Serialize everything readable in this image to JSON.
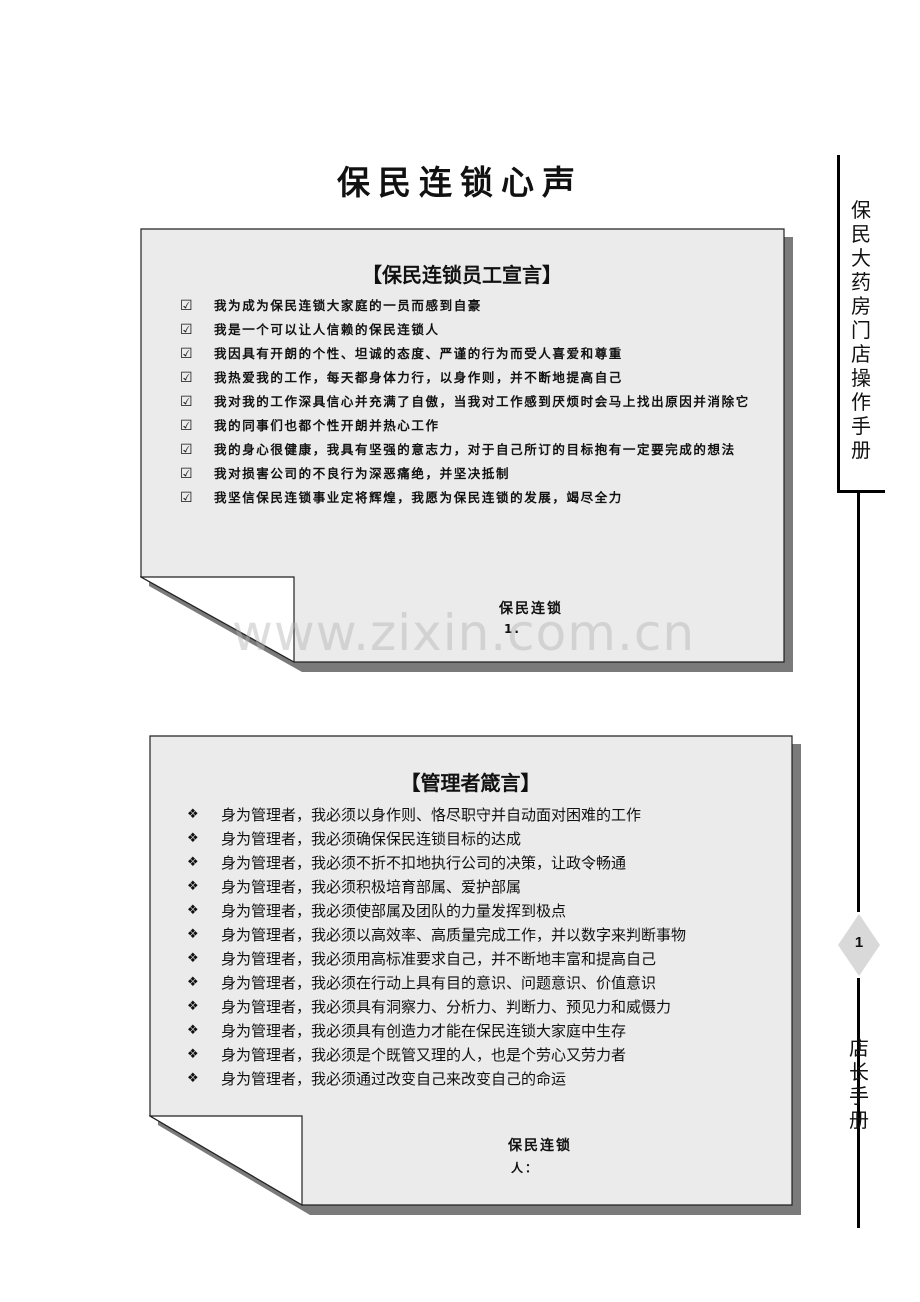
{
  "page_title": "保民连锁心声",
  "sidebar": {
    "top_text": "保民大药房门店操作手册",
    "page_number": "1",
    "bottom_text": "店长手册"
  },
  "card1": {
    "title": "【保民连锁员工宣言】",
    "items": [
      "我为成为保民连锁大家庭的一员而感到自豪",
      "我是一个可以让人信赖的保民连锁人",
      "我因具有开朗的个性、坦诚的态度、严谨的行为而受人喜爱和尊重",
      "我热爱我的工作，每天都身体力行，以身作则，并不断地提高自己",
      "我对我的工作深具信心并充满了自傲，当我对工作感到厌烦时会马上找出原因并消除它",
      "我的同事们也都个性开朗并热心工作",
      "我的身心很健康，我具有坚强的意志力，对于自己所订的目标抱有一定要完成的想法",
      "我对损害公司的不良行为深恶痛绝，并坚决抵制",
      "我坚信保民连锁事业定将辉煌，我愿为保民连锁的发展，竭尽全力"
    ],
    "signature": "保民连锁",
    "signature_sub": "1."
  },
  "card2": {
    "title": "【管理者箴言】",
    "items": [
      "身为管理者，我必须以身作则、恪尽职守并自动面对困难的工作",
      "身为管理者，我必须确保保民连锁目标的达成",
      "身为管理者，我必须不折不扣地执行公司的决策，让政令畅通",
      "身为管理者，我必须积极培育部属、爱护部属",
      "身为管理者，我必须使部属及团队的力量发挥到极点",
      "身为管理者，我必须以高效率、高质量完成工作，并以数字来判断事物",
      "身为管理者，我必须用高标准要求自己，并不断地丰富和提高自己",
      "身为管理者，我必须在行动上具有目的意识、问题意识、价值意识",
      "身为管理者，我必须具有洞察力、分析力、判断力、预见力和威慑力",
      "身为管理者，我必须具有创造力才能在保民连锁大家庭中生存",
      "身为管理者，我必须是个既管又理的人，也是个劳心又劳力者",
      "身为管理者，我必须通过改变自己来改变自己的命运"
    ],
    "signature": "保民连锁",
    "signature_sub": "人："
  },
  "icons": {
    "card1_bullet": "☑",
    "card2_bullet": "❖"
  },
  "watermark": "www.zixin.com.cn"
}
